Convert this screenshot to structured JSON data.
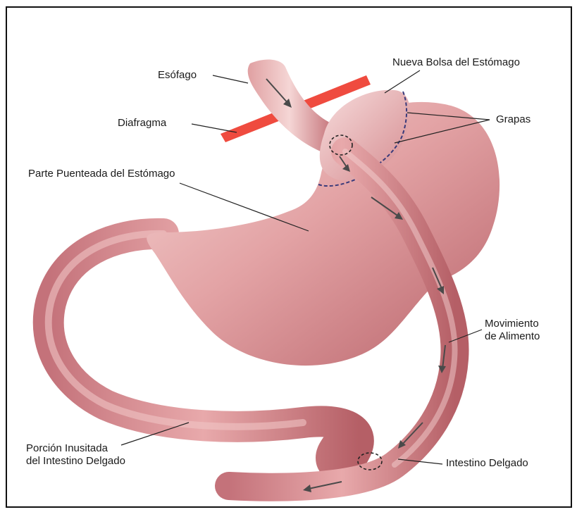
{
  "diagram": {
    "labels": {
      "esofago": "Esófago",
      "diafragma": "Diafragma",
      "parte_puenteada": "Parte Puenteada del Estómago",
      "nueva_bolsa": "Nueva Bolsa del Estómago",
      "grapas": "Grapas",
      "movimiento_line1": "Movimiento",
      "movimiento_line2": "de Alimento",
      "porcion_line1": "Porción Inusitada",
      "porcion_line2": "del Intestino Delgado",
      "intestino_delgado": "Intestino Delgado"
    },
    "colors": {
      "tissue": "#d98b8f",
      "tissue_light": "#f2c9c8",
      "tissue_dark": "#b55f66",
      "diaphragm": "#f0443a",
      "arrow": "#4a4a4a",
      "staples": "#3a3a7a"
    }
  }
}
